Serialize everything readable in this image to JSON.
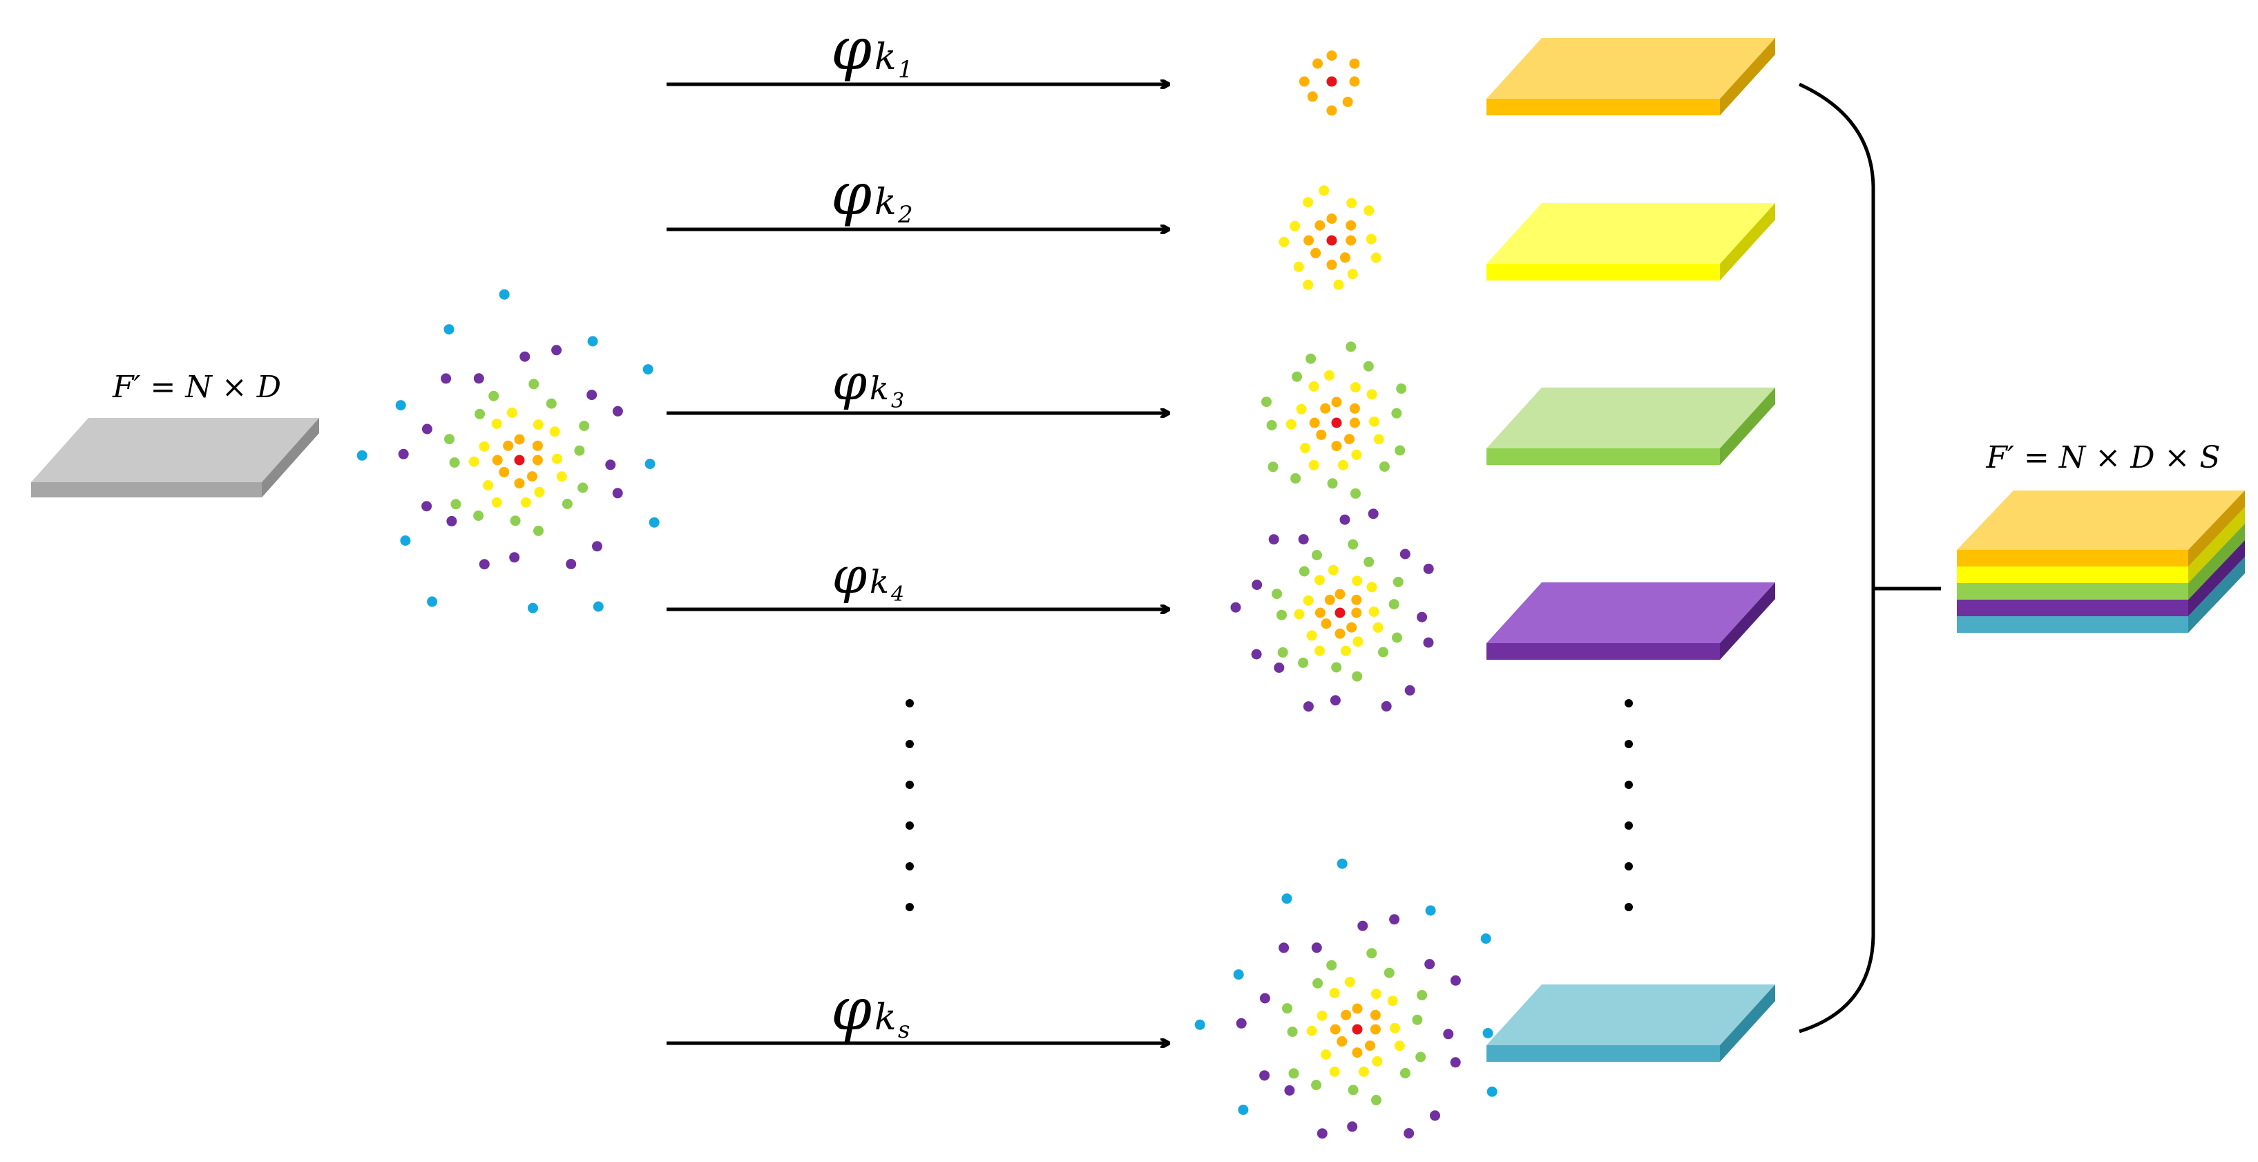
{
  "input_label": "F′ = N × D",
  "output_label": "F′ = N × D × S",
  "operators": [
    {
      "symbol": "φ",
      "subscript": "k",
      "index": "1"
    },
    {
      "symbol": "φ",
      "subscript": "k",
      "index": "2"
    },
    {
      "symbol": "φ",
      "subscript": "k",
      "index": "3"
    },
    {
      "symbol": "φ",
      "subscript": "k",
      "index": "4"
    },
    {
      "symbol": "φ",
      "subscript": "k",
      "index": "s"
    }
  ],
  "colors": {
    "center": "#e8121b",
    "ring1": "#ffb000",
    "ring2": "#ffee10",
    "ring3": "#8fcf4f",
    "ring4": "#7030a0",
    "ring5": "#13a8e0",
    "input_plate": "#c8c8c8",
    "plates": [
      "#ffc000",
      "#ffff00",
      "#92d050",
      "#7030a0",
      "#4bacc6"
    ]
  }
}
